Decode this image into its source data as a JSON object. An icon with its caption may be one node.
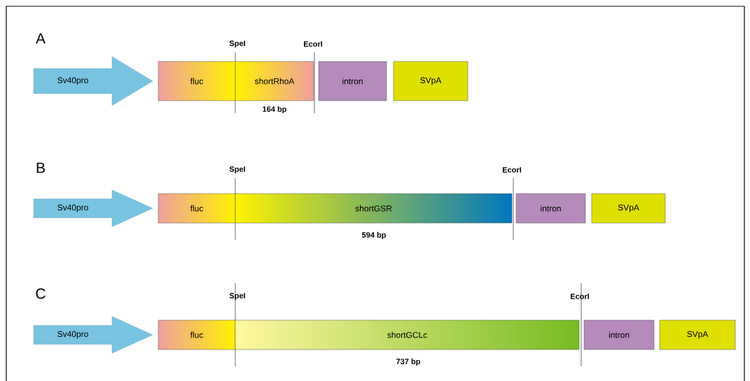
{
  "diagram": {
    "nodes": [
      {
        "text": [
          "Sv40pro"
        ]
      },
      {
        "text": [
          "fluc"
        ]
      },
      {
        "text": [
          "shortRhoA"
        ]
      },
      {
        "text": [
          "intron"
        ]
      },
      {
        "text": [
          "SVpA"
        ]
      },
      {
        "text": [
          "Sv40pro"
        ]
      },
      {
        "text": [
          "fluc"
        ]
      },
      {
        "text": [
          "shortGSR"
        ]
      },
      {
        "text": [
          "intron"
        ]
      },
      {
        "text": [
          "SVpA"
        ]
      },
      {
        "text": [
          "Sv40pro"
        ]
      },
      {
        "text": [
          "fluc"
        ]
      },
      {
        "text": [
          "shortGCLc"
        ]
      },
      {
        "text": [
          "intron"
        ]
      },
      {
        "text": [
          "SVpA"
        ]
      }
    ],
    "labels": [
      "A",
      "SpeI",
      "EcorI",
      "164 bp",
      "B",
      "SpeI",
      "EcorI",
      "594 bp",
      "C",
      "SpeI",
      "EcorI",
      "737 bp"
    ]
  }
}
